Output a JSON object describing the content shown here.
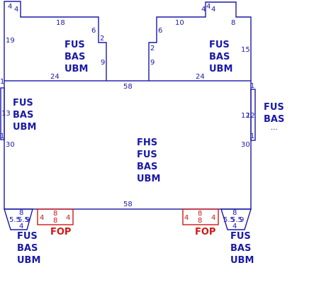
{
  "colors": {
    "outline": "#1a1aa8",
    "accent": "#cc1a1a"
  },
  "panels": {
    "top_left": {
      "labels": [
        "FUS",
        "BAS",
        "UBM"
      ],
      "dims": {
        "corner_a": "4",
        "corner_b": "4",
        "top": "18",
        "left": "19",
        "step_v": "6",
        "step_h": "2",
        "right": "9",
        "bottom": "24"
      }
    },
    "top_right": {
      "labels": [
        "FUS",
        "BAS",
        "UBM"
      ],
      "dims": {
        "corner_a": "4",
        "corner_b": "4",
        "corner_c": "4",
        "top_a": "10",
        "top_b": "8",
        "step_v": "6",
        "step_h": "2",
        "left": "9",
        "right": "15",
        "bottom": "24"
      }
    },
    "main": {
      "labels": [
        "FHS",
        "FUS",
        "BAS",
        "UBM"
      ],
      "dims": {
        "top": "58",
        "bottom": "58",
        "left": "30",
        "right": "30"
      }
    },
    "left_flap": {
      "labels": [
        "FUS",
        "BAS",
        "UBM"
      ],
      "dims": {
        "height": "13",
        "end_top": "1",
        "end_bottom": "1"
      }
    },
    "right_flap": {
      "labels": [
        "FUS",
        "BAS"
      ],
      "more": "...",
      "dims": {
        "height_a": "12",
        "height_b": "12",
        "end_top": "1",
        "end_bottom": "1"
      }
    },
    "bottom_left_tab": {
      "labels": [
        "FUS",
        "BAS",
        "UBM"
      ],
      "dims": {
        "top": "8",
        "left": "5.5",
        "mid": "5.5",
        "right": "9",
        "bottom": "4"
      }
    },
    "bottom_right_tab": {
      "labels": [
        "FUS",
        "BAS",
        "UBM"
      ],
      "dims": {
        "top": "8",
        "left": "5.5",
        "mid": "5.5",
        "right": "9",
        "bottom": "4"
      }
    },
    "fop_left": {
      "label": "FOP",
      "dims": {
        "left": "4",
        "mid_a": "8",
        "mid_b": "8",
        "right": "4"
      }
    },
    "fop_right": {
      "label": "FOP",
      "dims": {
        "left": "4",
        "mid_a": "8",
        "mid_b": "8",
        "right": "4"
      }
    }
  }
}
